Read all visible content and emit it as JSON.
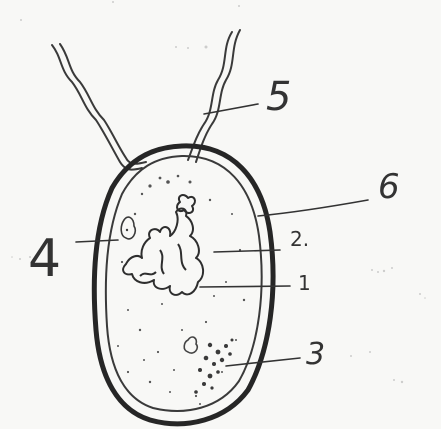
{
  "diagram": {
    "labels": {
      "one": "1",
      "two": "2.",
      "three": "3",
      "four": "4",
      "five": "5",
      "six": "6"
    },
    "colors": {
      "ink": "#2f2f2f",
      "paper": "#f8f8f6"
    },
    "icons": {
      "flagella": "wavy-flagella-icon",
      "cell": "bacterial-cell-icon"
    }
  }
}
